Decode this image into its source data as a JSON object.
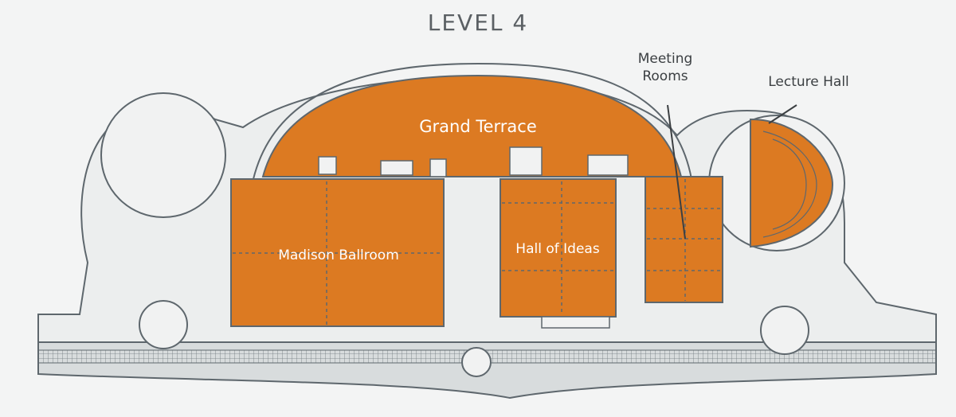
{
  "title": "LEVEL 4",
  "spaces": {
    "grand_terrace": "Grand Terrace",
    "madison_ballroom": "Madison Ballroom",
    "hall_of_ideas": "Hall of Ideas",
    "meeting_rooms": "Meeting Rooms",
    "lecture_hall": "Lecture Hall"
  },
  "colors": {
    "highlight": "#dc7a22",
    "wall": "#5e676d",
    "background": "#f3f4f4",
    "floor": "#e9ebeb"
  }
}
